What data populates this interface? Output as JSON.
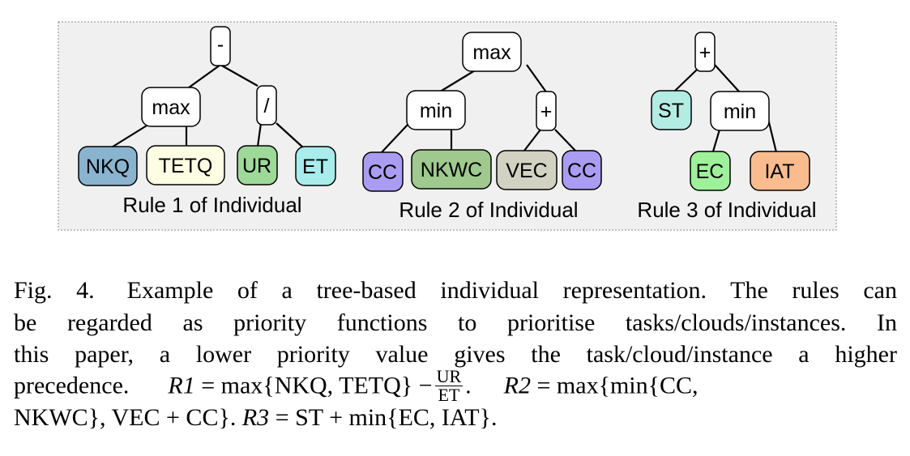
{
  "figure": {
    "rules": [
      {
        "caption": "Rule 1 of Individual",
        "nodes": {
          "root": {
            "label": "-",
            "color": "#ffffff"
          },
          "max": {
            "label": "max",
            "color": "#ffffff"
          },
          "div": {
            "label": "/",
            "color": "#ffffff"
          },
          "nkq": {
            "label": "NKQ",
            "color": "#8ab3cf"
          },
          "tetq": {
            "label": "TETQ",
            "color": "#fdfde3"
          },
          "ur": {
            "label": "UR",
            "color": "#9ed99a"
          },
          "et": {
            "label": "ET",
            "color": "#a8ecec"
          }
        }
      },
      {
        "caption": "Rule 2 of Individual",
        "nodes": {
          "root": {
            "label": "max",
            "color": "#ffffff"
          },
          "min": {
            "label": "min",
            "color": "#ffffff"
          },
          "plus": {
            "label": "+",
            "color": "#ffffff"
          },
          "cc1": {
            "label": "CC",
            "color": "#a99cf2"
          },
          "nkwc": {
            "label": "NKWC",
            "color": "#9fc98e"
          },
          "vec": {
            "label": "VEC",
            "color": "#d2d2c2"
          },
          "cc2": {
            "label": "CC",
            "color": "#a99cf2"
          }
        }
      },
      {
        "caption": "Rule 3 of Individual",
        "nodes": {
          "root": {
            "label": "+",
            "color": "#ffffff"
          },
          "st": {
            "label": "ST",
            "color": "#b3ece2"
          },
          "min": {
            "label": "min",
            "color": "#ffffff"
          },
          "ec": {
            "label": "EC",
            "color": "#9ff09a"
          },
          "iat": {
            "label": "IAT",
            "color": "#f9bc8f"
          }
        }
      }
    ]
  },
  "caption": {
    "fig_label": "Fig. 4.",
    "line1": "Example of a tree-based individual representation. The rules can",
    "line2": "be regarded as priority functions to prioritise tasks/clouds/instances. In",
    "line3": "this paper, a lower priority value gives the task/cloud/instance a higher",
    "line4_lead": "precedence.",
    "r1_lhs": "R1",
    "r1_rhs": "= max{NKQ, TETQ} −",
    "r1_frac_num": "UR",
    "r1_frac_den": "ET",
    "r1_end": ".",
    "r2_lhs": "R2",
    "r2_rhs": "= max{min{CC,",
    "line5_start": "NKWC}, VEC + CC}.",
    "r3_lhs": "R3",
    "r3_rhs": "= ST + min{EC, IAT}."
  }
}
